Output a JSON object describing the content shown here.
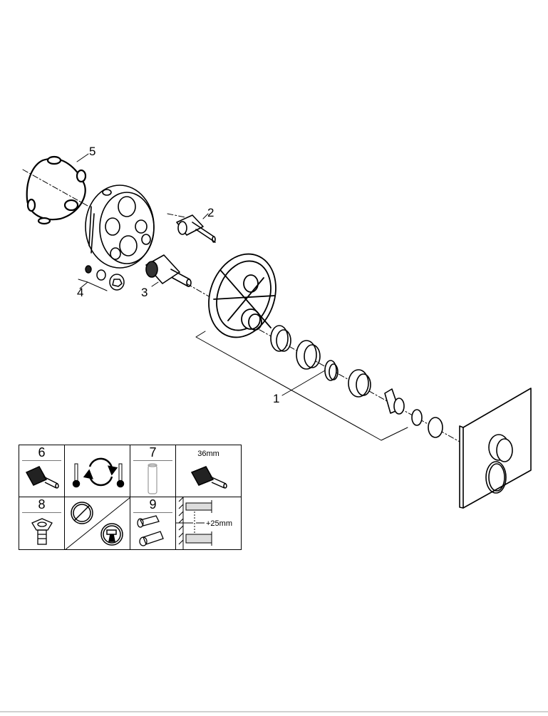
{
  "diagram": {
    "type": "exploded-parts-view",
    "subject": "concealed thermostatic shower valve with trim",
    "callouts": [
      {
        "id": "1",
        "label": "1",
        "part": "trim kit (escutcheon plate, handle, sleeves, rings)"
      },
      {
        "id": "2",
        "label": "2",
        "part": "diverter cartridge"
      },
      {
        "id": "3",
        "label": "3",
        "part": "thermostatic cartridge"
      },
      {
        "id": "4",
        "label": "4",
        "part": "check valve / plug set"
      },
      {
        "id": "5",
        "label": "5",
        "part": "seal ring"
      }
    ],
    "legend": {
      "cells": [
        {
          "id": "6",
          "number": "6",
          "icon": "thermostatic-cartridge-icon"
        },
        {
          "id": "reverse",
          "number": "",
          "icon": "hot-cold-reversal-icon"
        },
        {
          "id": "7",
          "number": "7",
          "icon": "extension-sleeve-icon"
        },
        {
          "id": "36mm",
          "number": "",
          "dimension": "36mm",
          "icon": "cartridge-36mm-icon"
        },
        {
          "id": "8",
          "number": "8",
          "icon": "adapter-nut-icon"
        },
        {
          "id": "handles",
          "number": "",
          "icon": "handle-option-icons"
        },
        {
          "id": "9",
          "number": "9",
          "icon": "extension-set-icon"
        },
        {
          "id": "extension",
          "number": "",
          "dimension": "+25mm",
          "icon": "wall-extension-icon"
        }
      ]
    },
    "colors": {
      "line": "#000000",
      "background": "#ffffff",
      "rule": "#777777",
      "bottom_bar": "#d0d0d0"
    }
  }
}
